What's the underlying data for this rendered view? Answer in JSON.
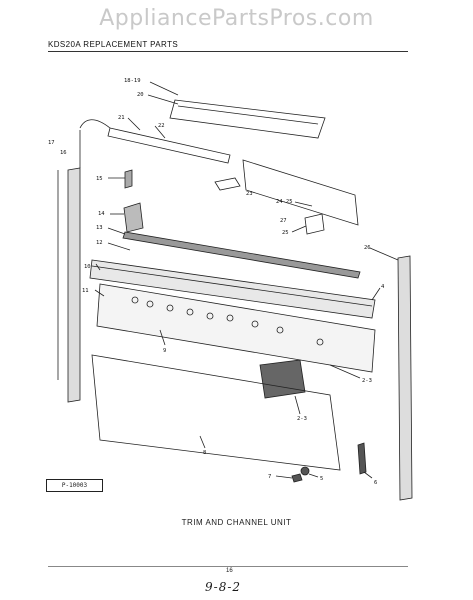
{
  "watermark": "AppliancePartsPros.com",
  "header": "KDS20A REPLACEMENT PARTS",
  "part_code": "P-10003",
  "caption": "TRIM AND CHANNEL UNIT",
  "page_number": "16",
  "handwritten_note": "9-8-2",
  "callouts": [
    "18-19",
    "20",
    "21",
    "22",
    "17",
    "16",
    "15",
    "23",
    "24-25",
    "14",
    "27",
    "13",
    "25",
    "12",
    "26",
    "10",
    "11",
    "4",
    "9",
    "2-3",
    "2-3",
    "8",
    "7",
    "5",
    "6"
  ]
}
